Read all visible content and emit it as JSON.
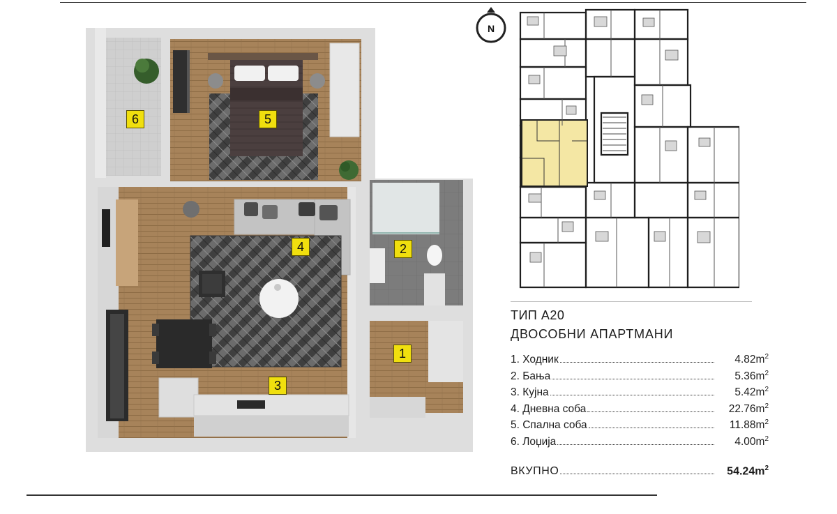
{
  "compass": {
    "label": "N"
  },
  "plan": {
    "room_markers": [
      "6",
      "5",
      "4",
      "2",
      "1",
      "3"
    ]
  },
  "info": {
    "type_label": "ТИП А20",
    "subtitle": "ДВОСОБНИ АПАРТМАНИ",
    "rooms": [
      {
        "label": "1. Ходник",
        "area": "4.82m",
        "unit_sup": "2"
      },
      {
        "label": "2. Бања",
        "area": "5.36m",
        "unit_sup": "2"
      },
      {
        "label": "3. Кујна",
        "area": "5.42m",
        "unit_sup": "2"
      },
      {
        "label": "4. Дневна соба",
        "area": "22.76m",
        "unit_sup": "2"
      },
      {
        "label": "5. Спална соба",
        "area": "11.88m",
        "unit_sup": "2"
      },
      {
        "label": "6. Лоџија",
        "area": "4.00m",
        "unit_sup": "2"
      }
    ],
    "total": {
      "label": "ВКУПНО",
      "area": "54.24m",
      "unit_sup": "2"
    }
  },
  "colors": {
    "highlight": "#f4e7a4",
    "marker": "#f0df0e",
    "wall": "#dcdcdc",
    "floor_wood": "#a88456",
    "rug": "#5a5a5a"
  }
}
